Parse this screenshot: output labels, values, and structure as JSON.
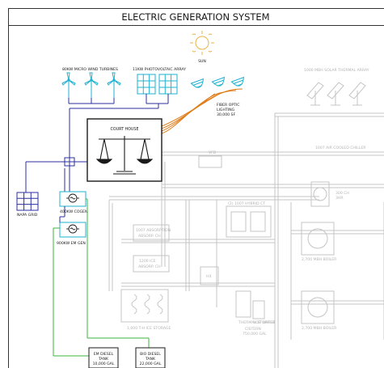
{
  "title": "ELECTRIC GENERATION SYSTEM",
  "colors": {
    "dark": "#1a1a1a",
    "faint": "#c4c4c4",
    "faint_text": "#b4b4b4",
    "blue": "#2b2f9e",
    "cyan": "#1fb2d2",
    "green": "#3cb43c",
    "orange": "#e07b16",
    "sun": "#e8b44a"
  },
  "labels": {
    "sun": "SUN",
    "wind": "80KW MICRO WIND TURBINES",
    "pv": "11KW PHOTOVOLTAIC ARRAY",
    "fiber_1": "FIBER OPTIC",
    "fiber_2": "LIGHTING",
    "fiber_3": "30,000 SF",
    "courthouse": "COURT HOUSE",
    "napa_grid": "NAPA GRID",
    "cogen": "400KW COGEN",
    "em_gen": "900KW EM GEN",
    "em_tank_1": "EM DIESEL",
    "em_tank_2": "TANK",
    "em_tank_3": "10,000 GAL",
    "bio_tank_1": "BIO DIESEL",
    "bio_tank_2": "TANK",
    "bio_tank_3": "22,000 GAL"
  },
  "faint_labels": {
    "solar_thermal": "1000 MBH SOLAR THERMAL ARRAY",
    "chiller_1": "1007 AIR COOLED CHILLER",
    "vfd": "VFD",
    "chiller_unit_1": "300 CH",
    "chiller_unit_2": "3HR",
    "hybrid_1": "(2) 1007 HYBRID CT",
    "absorption_1": "1007 ABSORPTION",
    "absorption_2": "ABSORP. CH",
    "absorption_3": "1200 ICE",
    "absorption_4": "ABSORP. CH",
    "hx": "HX",
    "ice_storage": "1,000 T-H ICE STORAGE",
    "thermal_storage": "THERMAL STORAGE",
    "hot_water": "HOT WATER",
    "cistern_1": "CISTERN",
    "cistern_2": "750,000 GAL",
    "boiler_1": "2,700 MBH BOILER",
    "boiler_2": "2,700 MBH BOILER"
  }
}
